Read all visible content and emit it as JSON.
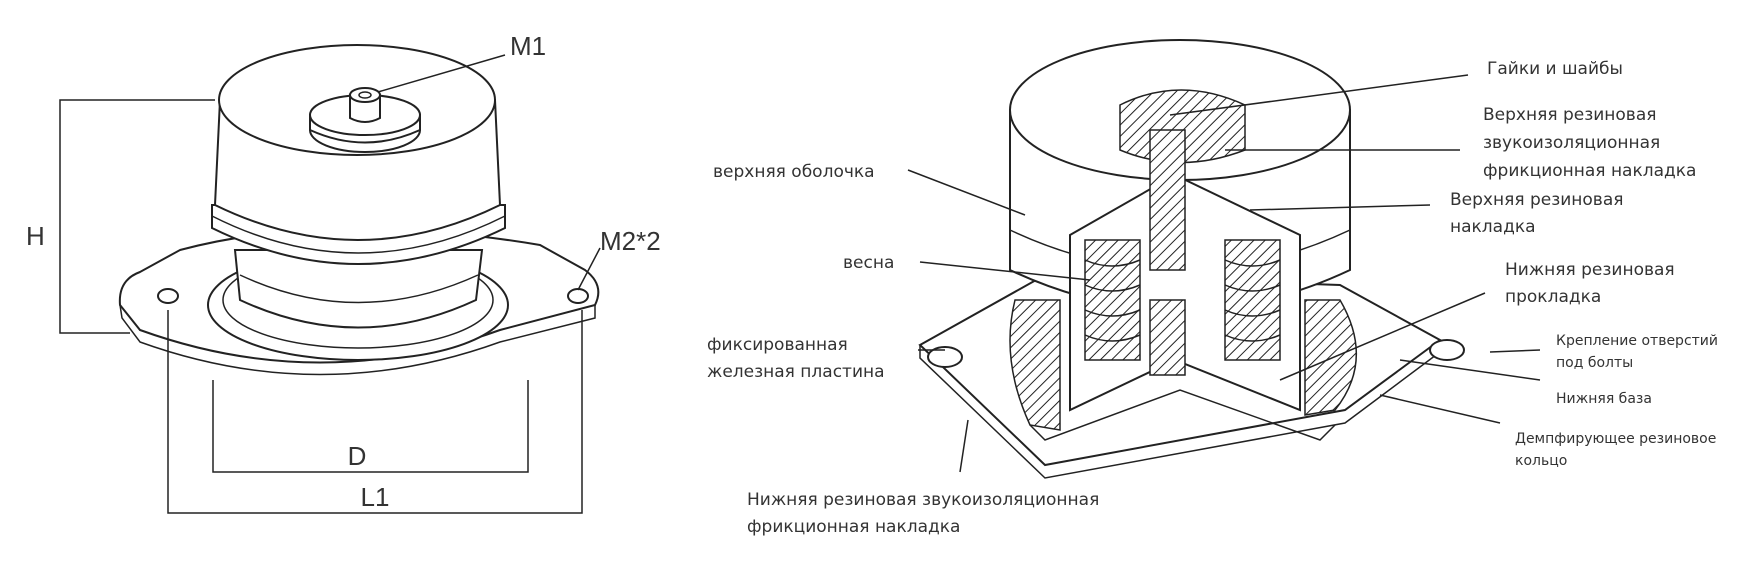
{
  "left_diagram": {
    "labels": {
      "m1": "M1",
      "h": "H",
      "m2": "M2*2",
      "d": "D",
      "l1": "L1"
    }
  },
  "right_diagram": {
    "labels": {
      "nuts": "Гайки и шайбы",
      "upper_friction_pad": [
        "Верхняя резиновая",
        "звукоизоляционная",
        "фрикционная накладка"
      ],
      "upper_rubber_pad": [
        "Верхняя резиновая",
        "накладка"
      ],
      "lower_rubber_gasket": [
        "Нижняя резиновая",
        "прокладка"
      ],
      "bolt_holes": [
        "Крепление отверстий",
        "под болты"
      ],
      "lower_base": "Нижняя база",
      "damping_ring": [
        "Демпфирующее резиновое",
        "кольцо"
      ],
      "upper_shell": "верхняя оболочка",
      "spring": "весна",
      "fixed_plate": [
        "фиксированная",
        "железная пластина"
      ],
      "lower_friction_pad": [
        "Нижняя резиновая звукоизоляционная",
        "фрикционная накладка"
      ]
    }
  }
}
